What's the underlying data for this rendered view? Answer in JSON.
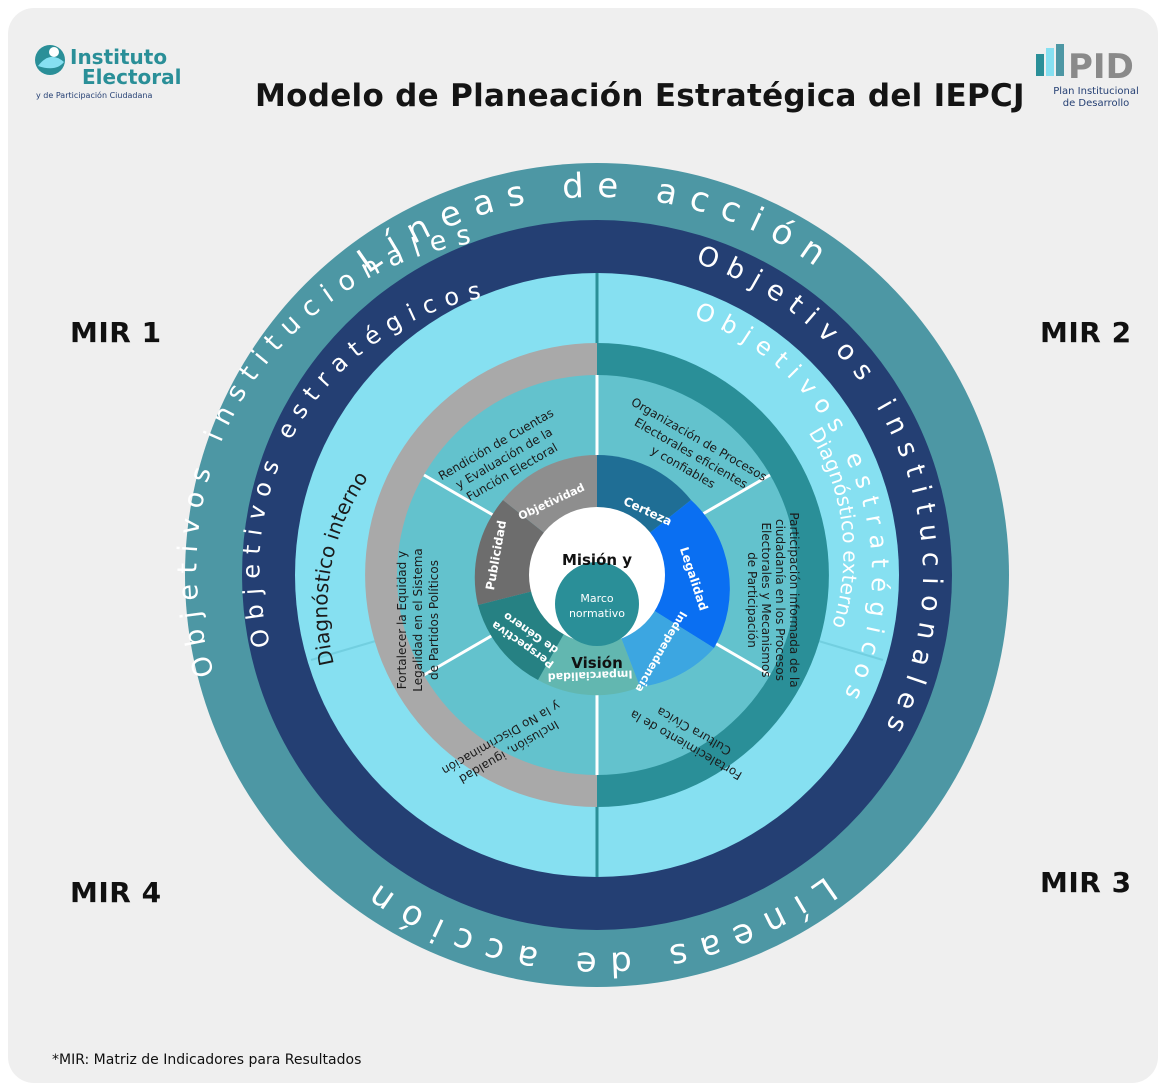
{
  "title": "Modelo de Planeación Estratégica del IEPCJ",
  "logo_left": {
    "line1": "Instituto",
    "line2": "Electoral",
    "line3": "y de Participación Ciudadana"
  },
  "logo_right": {
    "brand": "PID",
    "line1": "Plan Institucional",
    "line2": "de Desarrollo"
  },
  "mir_labels": {
    "mir1": "MIR 1",
    "mir2": "MIR 2",
    "mir3": "MIR 3",
    "mir4": "MIR 4"
  },
  "footnote": "*MIR: Matriz de Indicadores para Resultados",
  "rings": {
    "lineas_top": "Líneas de acción",
    "lineas_bottom": "Líneas de acción",
    "institucionales_left": "Objetivos institucionales",
    "institucionales_right": "Objetivos institucionales",
    "estrategicos_left": "Objetivos estratégicos",
    "estrategicos_right": "Objetivos estratégicos",
    "diagnostico_interno": "Diagnóstico interno",
    "diagnostico_externo": "Diagnóstico externo"
  },
  "objectives": {
    "rendicion": [
      "Rendición de Cuentas",
      "y Evaluación de la",
      "Función Electoral"
    ],
    "organizacion": [
      "Organización de Procesos",
      "Electorales eficientes",
      "y confiables"
    ],
    "participacion": [
      "Participación informada de la",
      "ciudadanía en los Procesos",
      "Electorales y Mecanismos",
      "de Participación"
    ],
    "fortalecimiento_civica": [
      "Fortalecimiento de la",
      "Cultura Cívica"
    ],
    "inclusion": [
      "Inclusión, igualdad",
      "y la No Discriminación"
    ],
    "fortalecer_equidad": [
      "Fortalecer la Equidad y",
      "Legalidad en el Sistema",
      "de Partidos Políticos"
    ]
  },
  "principles": {
    "certeza": "Certeza",
    "legalidad": "Legalidad",
    "independencia": "Independencia",
    "imparcialidad": "Imparcialidad",
    "perspectiva": [
      "Perspectiva",
      "de Género"
    ],
    "publicidad": "Publicidad",
    "objetividad": "Objetividad"
  },
  "center": {
    "mision": "Misión y",
    "vision": "Visión",
    "marco": [
      "Marco",
      "normativo"
    ]
  },
  "colors": {
    "outer_ring": "#4d97a4",
    "institucional_ring": "#243f73",
    "estrategico_ring": "#86e0f1",
    "interno": "#a9a9a9",
    "externo": "#2a8f98",
    "objective_sector": "#63c2cd",
    "certeza": "#1f6e95",
    "legalidad": "#0a6ff2",
    "independencia": "#3ca6e1",
    "imparcialidad": "#62b7b0",
    "perspectiva": "#268183",
    "publicidad": "#6d6d6d",
    "objetividad": "#8e8e8e",
    "marco": "#2a8f98"
  }
}
